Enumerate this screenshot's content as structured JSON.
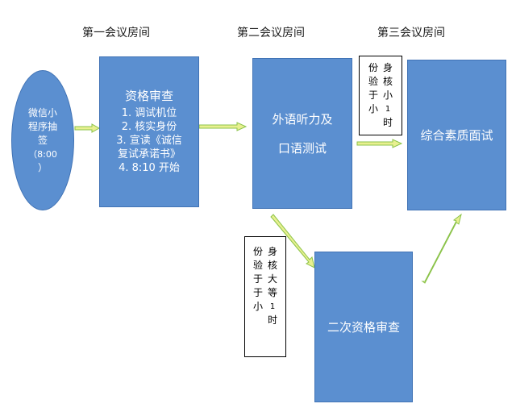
{
  "rooms": {
    "room1": "第一会议房间",
    "room2": "第二会议房间",
    "room3": "第三会议房间"
  },
  "oval": {
    "lines": [
      "微信小",
      "程序抽",
      "签",
      "（8:00",
      "）"
    ]
  },
  "box_qualification": {
    "title": "资格审查",
    "steps": [
      "1. 调试机位",
      "2. 核实身份",
      "3. 宣读《诚信",
      "复试承诺书》",
      "4. 8:10 开始"
    ]
  },
  "box_language": {
    "line1": "外语听力及",
    "line2": "口语测试"
  },
  "box_interview": {
    "label": "综合素质面试"
  },
  "box_second_review": {
    "label": "二次资格审查"
  },
  "note_top": {
    "col1": [
      "身",
      "核",
      "小",
      "1",
      "时"
    ],
    "col2": [
      "份",
      "验",
      "于",
      "小"
    ]
  },
  "note_bottom": {
    "col1": [
      "身",
      "核",
      "大",
      "等",
      "1",
      "时"
    ],
    "col2": [
      "份",
      "验",
      "于",
      "于",
      "小"
    ]
  },
  "colors": {
    "box_fill": "#5b8fd0",
    "box_border": "#4173b5",
    "arrow_fill": "#e8f090",
    "arrow_stroke": "#8bc34a"
  }
}
